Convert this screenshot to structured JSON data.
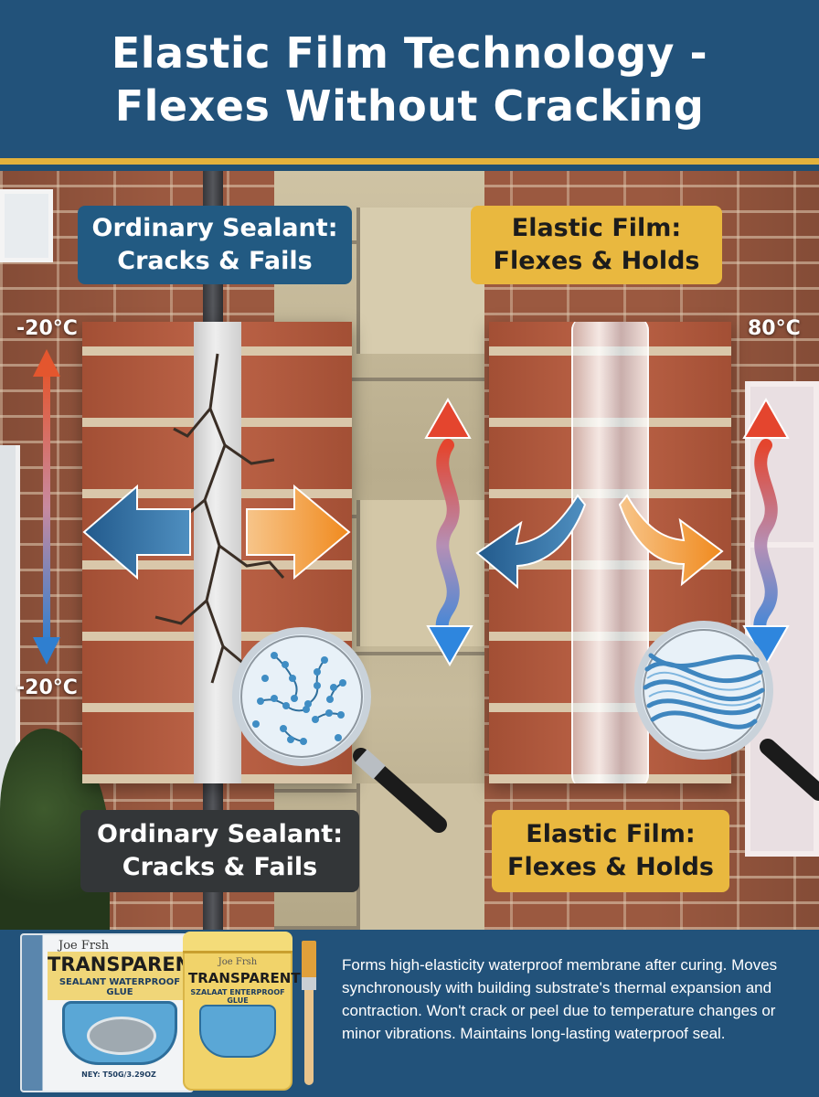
{
  "header": {
    "title_line1": "Elastic Film Technology -",
    "title_line2": "Flexes Without Cracking"
  },
  "labels": {
    "top_left_line1": "Ordinary Sealant:",
    "top_left_line2": "Cracks & Fails",
    "top_right_line1": "Elastic Film:",
    "top_right_line2": "Flexes & Holds",
    "bottom_left_line1": "Ordinary Sealant:",
    "bottom_left_line2": "Cracks & Fails",
    "bottom_right_line1": "Elastic Film:",
    "bottom_right_line2": "Flexes & Holds"
  },
  "temperatures": {
    "left_top": "-20°C",
    "left_bottom": "-20°C",
    "right_top": "80°C"
  },
  "product": {
    "brand": "Joe Frsh",
    "name": "TRANSPARENT",
    "box_subtitle": "SEALANT WATERPROOF GLUE",
    "jar_brand": "Joe Frsh",
    "jar_subtitle": "SZALAAT ENTERPROOF GLUE",
    "net": "NEY: T50G/3.29OZ"
  },
  "description": "Forms high-elasticity waterproof membrane after curing. Moves synchronously with building substrate's thermal expansion and contraction. Won't crack or peel due to temperature changes or minor vibrations. Maintains long-lasting waterproof seal.",
  "colors": {
    "header_bg": "#22527a",
    "accent_gold": "#e9b83f",
    "arrow_blue": "#2c6b9c",
    "arrow_orange": "#f0a33a",
    "brick": "#b95a3c"
  },
  "icons": [
    "magnifier-icon",
    "arrow-left-icon",
    "arrow-right-icon",
    "temperature-arrow-icon"
  ]
}
